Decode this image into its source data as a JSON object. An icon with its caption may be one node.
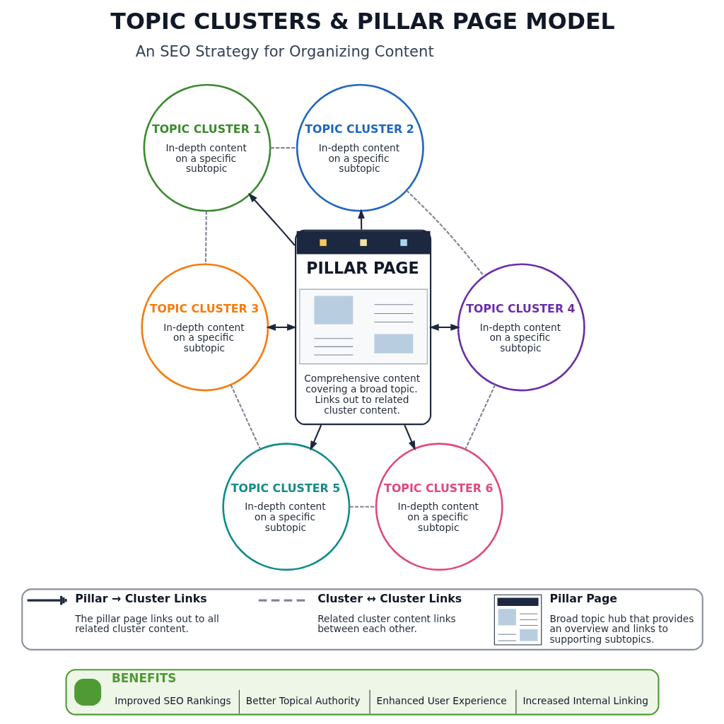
{
  "diagram": {
    "title": "TOPIC CLUSTERS & PILLAR PAGE MODEL",
    "nodes": [
      {
        "text": [
          "PILLAR PAGE",
          "Comprehensive content covering a broad topic. Links out to related cluster content."
        ]
      },
      {
        "text": [
          "TOPIC CLUSTER 1",
          "In-depth content on a specific subtopic"
        ]
      },
      {
        "text": [
          "TOPIC CLUSTER 2",
          "In-depth content on a specific subtopic"
        ]
      },
      {
        "text": [
          "TOPIC CLUSTER 3",
          "In-depth content on a specific subtopic"
        ]
      },
      {
        "text": [
          "TOPIC CLUSTER 4",
          "In-depth content on a specific subtopic"
        ]
      },
      {
        "text": [
          "TOPIC CLUSTER 5",
          "In-depth content on a specific subtopic"
        ]
      },
      {
        "text": [
          "TOPIC CLUSTER 6",
          "In-depth content on a specific subtopic"
        ]
      },
      {
        "text": [
          "BENEFITS",
          "Improved SEO Rankings",
          "Better Topical Authority",
          "Enhanced User Experience",
          "Increased Internal Linking"
        ]
      }
    ],
    "edges": [
      {
        "from": 0,
        "to": 1,
        "arrow": "to"
      },
      {
        "from": 0,
        "to": 2,
        "arrow": "to"
      },
      {
        "from": 3,
        "to": 0,
        "arrow": "both"
      },
      {
        "from": 0,
        "to": 4,
        "arrow": "both"
      },
      {
        "from": 0,
        "to": 5,
        "arrow": "to"
      },
      {
        "from": 0,
        "to": 6,
        "arrow": "to"
      },
      {
        "from": 1,
        "to": 2,
        "arrow": "none",
        "style": "dashed",
        "color": "#7f8493"
      },
      {
        "from": 1,
        "to": 3,
        "arrow": "none",
        "style": "dashed",
        "color": "#7f8493"
      },
      {
        "from": 2,
        "to": 4,
        "arrow": "none",
        "style": "dashed",
        "color": "#7f8493"
      },
      {
        "from": 3,
        "to": 5,
        "arrow": "none",
        "style": "dashed",
        "color": "#7f8493"
      },
      {
        "from": 4,
        "to": 6,
        "arrow": "none",
        "style": "dashed",
        "color": "#7f8493"
      },
      {
        "from": 5,
        "to": 6,
        "arrow": "none",
        "style": "dashed",
        "color": "#7f8493"
      }
    ],
    "labels": [
      "An SEO Strategy for Organizing Content",
      "The pillar page links out to all related cluster content.",
      "Related cluster content links between each other.",
      "Broad topic hub that provides an overview and links to supporting subtopics."
    ],
    "legend": [
      {
        "text": "Pillar → Cluster Links"
      },
      {
        "text": "Cluster ↔ Cluster Links"
      },
      {
        "text": "Pillar Page"
      }
    ]
  }
}
